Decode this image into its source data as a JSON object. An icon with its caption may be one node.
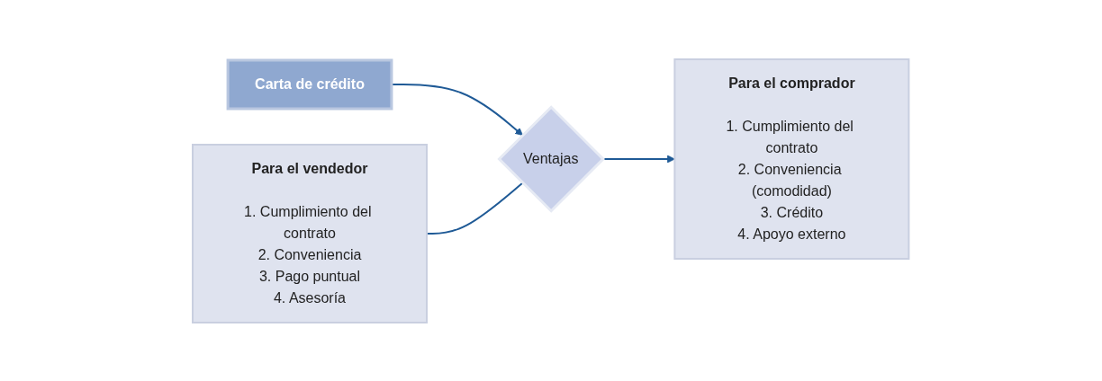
{
  "diagram": {
    "nodes": [
      {
        "text": [
          "Carta de crédito"
        ]
      },
      {
        "text": [
          "Para el vendedor",
          "1. Cumplimiento del contrato",
          "2. Conveniencia",
          "3. Pago puntual",
          "4. Asesoría"
        ]
      },
      {
        "text": [
          "Ventajas"
        ]
      },
      {
        "text": [
          "Para el comprador",
          "1. Cumplimiento del contrato",
          "2. Conveniencia (comodidad)",
          "3. Crédito",
          "4. Apoyo externo"
        ]
      }
    ],
    "edges": [
      {
        "from": 0,
        "to": 2,
        "arrow": "to"
      },
      {
        "from": 1,
        "to": 2,
        "arrow": "none"
      },
      {
        "from": 2,
        "to": 3,
        "arrow": "to"
      }
    ]
  }
}
